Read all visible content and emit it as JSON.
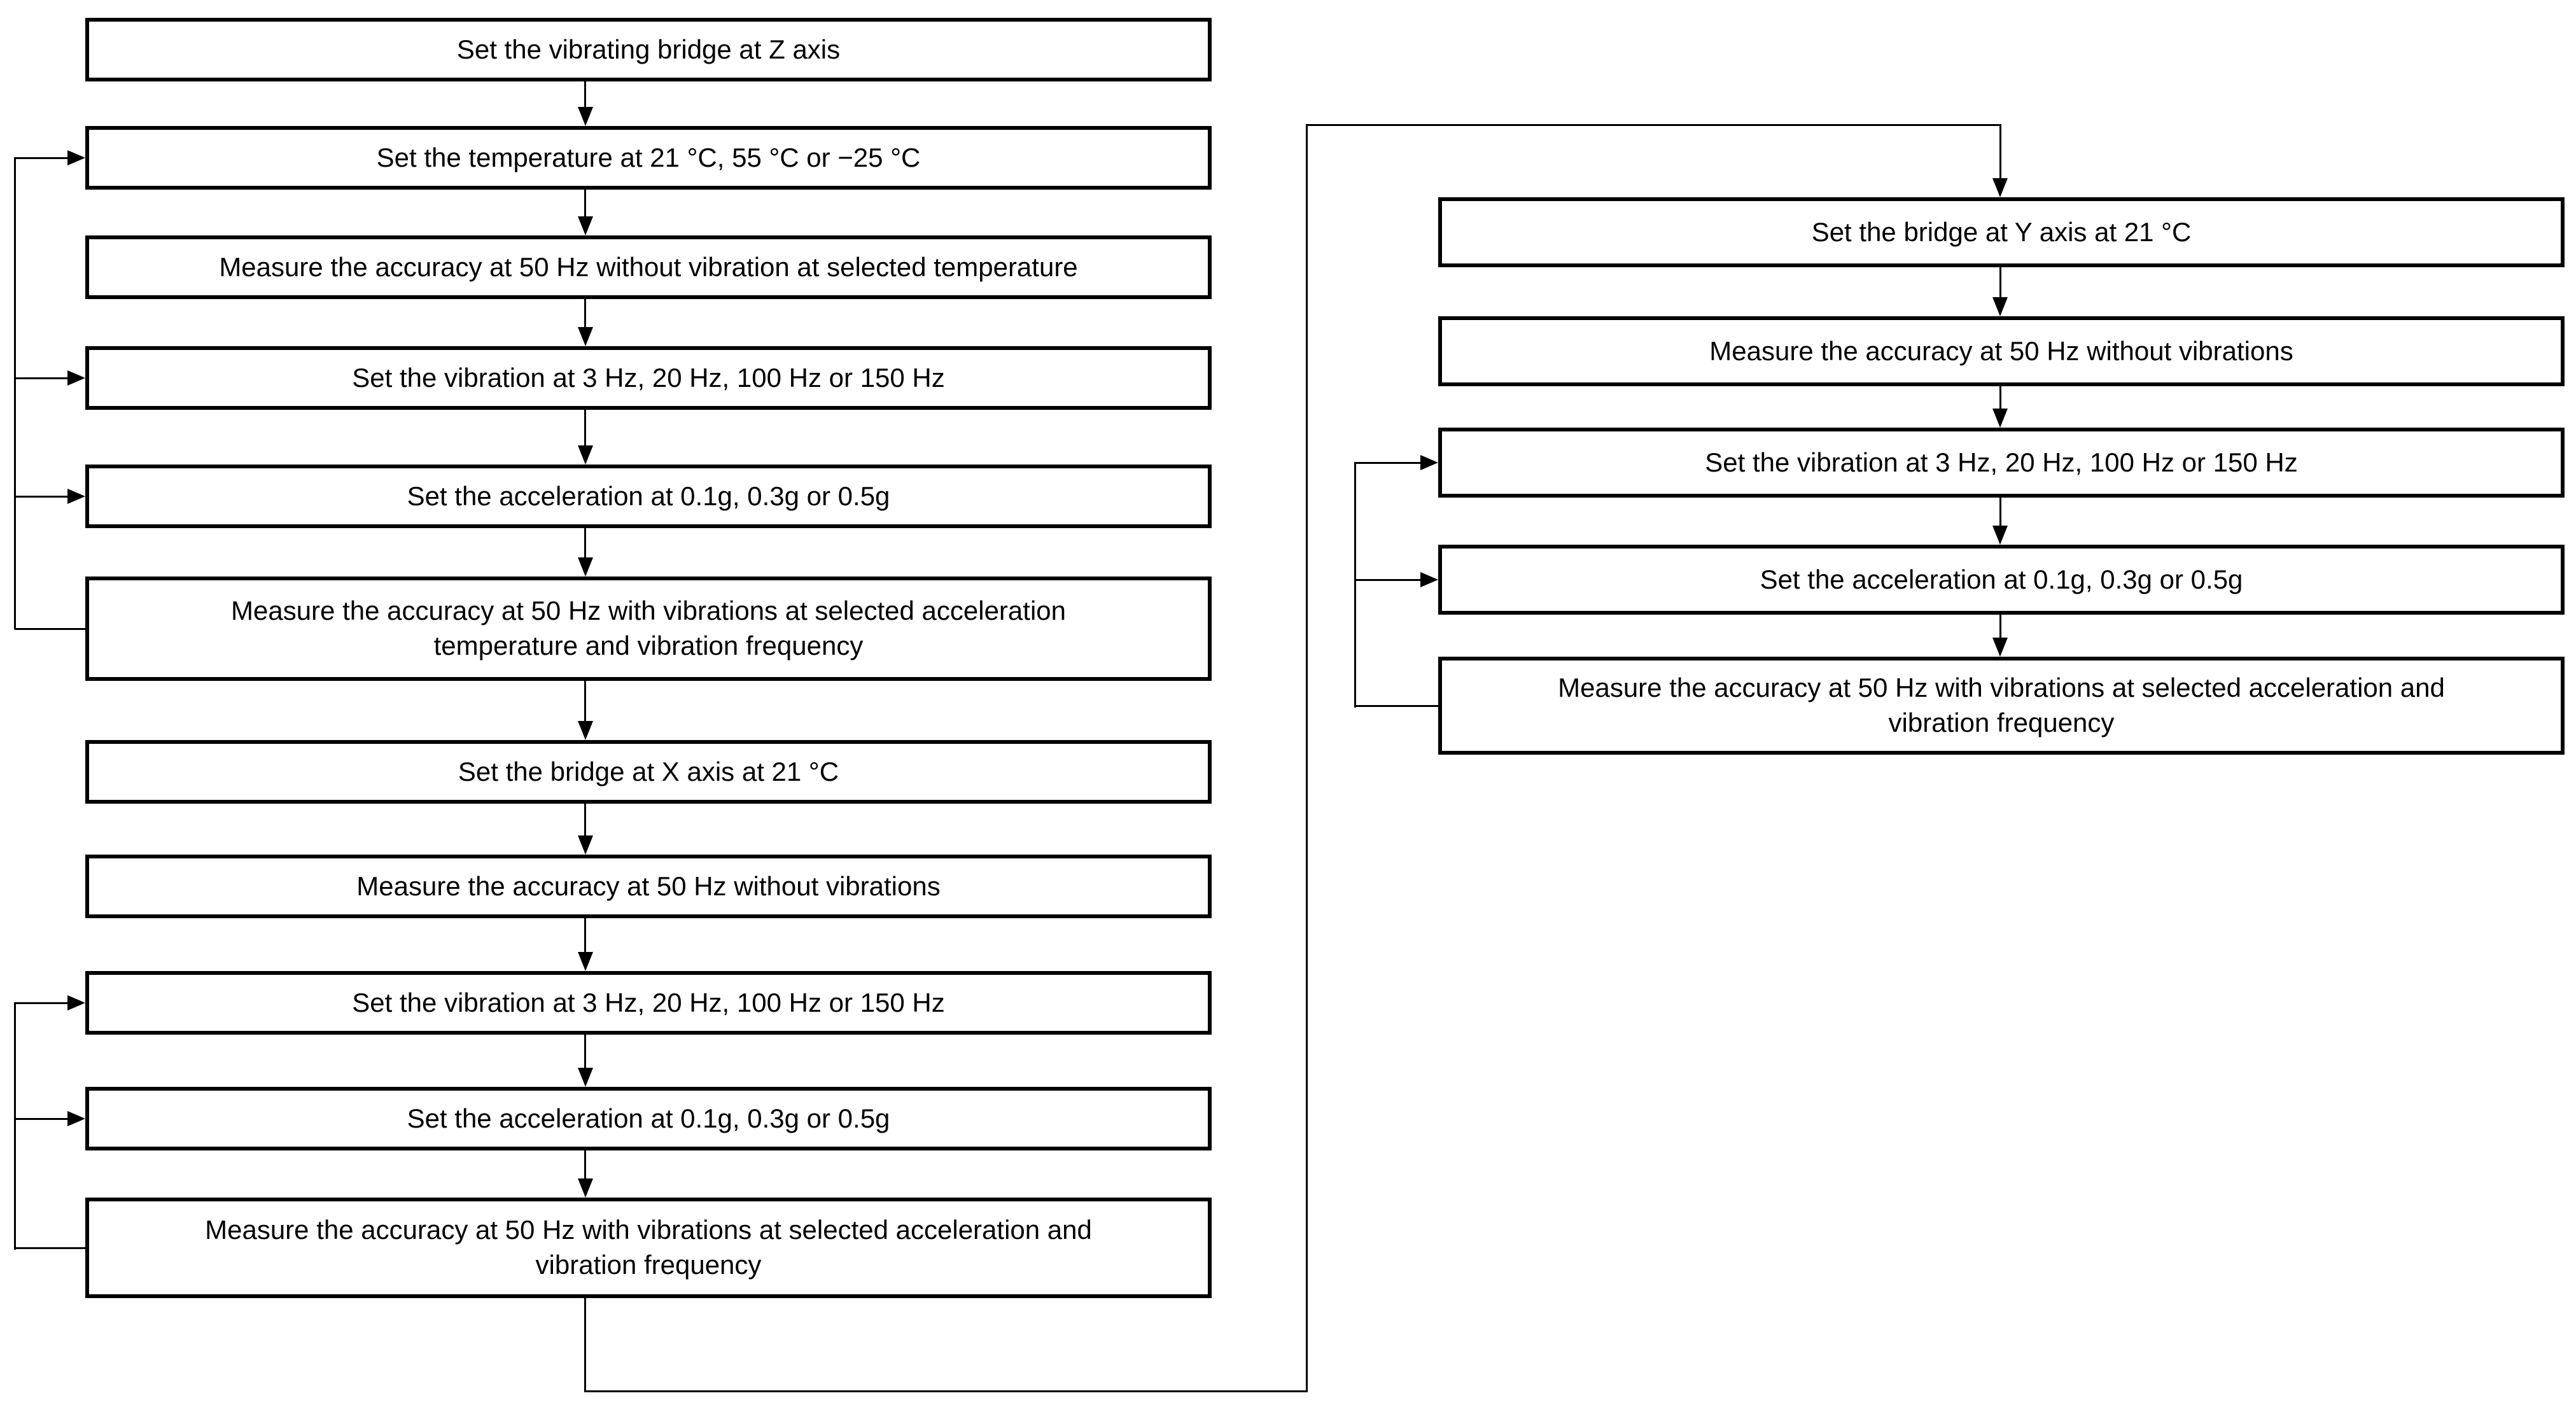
{
  "page": {
    "background_color": "#ffffff"
  },
  "flowchart": {
    "line_color": "#000000",
    "box_fill": "#ffffff",
    "box_border_color": "#000000",
    "text_color": "#000000",
    "left_column": [
      {
        "label": "Set the vibrating bridge at Z axis"
      },
      {
        "label": "Set the temperature at 21 °C, 55 °C or −25 °C"
      },
      {
        "label": "Measure the accuracy at 50 Hz without vibration at selected temperature"
      },
      {
        "label": "Set the vibration at 3 Hz, 20 Hz, 100 Hz or 150 Hz"
      },
      {
        "label": "Set the acceleration at 0.1g, 0.3g or 0.5g"
      },
      {
        "label": "Measure the accuracy at 50 Hz with vibrations at selected acceleration\ntemperature and vibration frequency"
      },
      {
        "label": "Set the bridge at X axis at 21 °C"
      },
      {
        "label": "Measure the accuracy at 50 Hz without vibrations"
      },
      {
        "label": "Set the vibration at 3 Hz, 20 Hz, 100 Hz or 150 Hz"
      },
      {
        "label": "Set the acceleration at 0.1g, 0.3g or 0.5g"
      },
      {
        "label": "Measure the accuracy at 50 Hz with vibrations at selected acceleration and\nvibration frequency"
      }
    ],
    "right_column": [
      {
        "label": "Set the bridge at Y axis at 21 °C"
      },
      {
        "label": "Measure the accuracy at 50 Hz without vibrations"
      },
      {
        "label": "Set the vibration at 3 Hz, 20 Hz, 100 Hz or 150 Hz"
      },
      {
        "label": "Set the acceleration at 0.1g, 0.3g or 0.5g"
      },
      {
        "label": "Measure the accuracy at 50 Hz with vibrations at selected acceleration and\nvibration frequency"
      }
    ]
  }
}
